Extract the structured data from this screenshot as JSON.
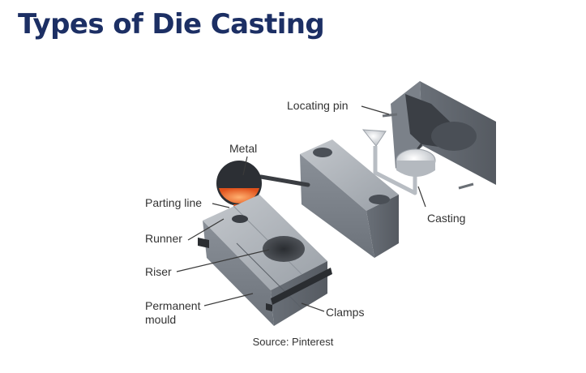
{
  "page": {
    "title": "Types of Die Casting"
  },
  "diagram": {
    "labels": {
      "metal": "Metal",
      "parting_line": "Parting line",
      "runner": "Runner",
      "riser": "Riser",
      "mould_line1": "Permanent",
      "mould_line2": "mould",
      "clamps": "Clamps",
      "locating_pin": "Locating pin",
      "casting": "Casting"
    },
    "source": "Source: Pinterest"
  },
  "colors": {
    "title": "#1c2f64",
    "steel_top": "#a9aeb4",
    "steel_front": "#7f858d",
    "steel_side": "#5f656d",
    "molten_metal": "#f07030",
    "clamp": "#2a2d31"
  }
}
